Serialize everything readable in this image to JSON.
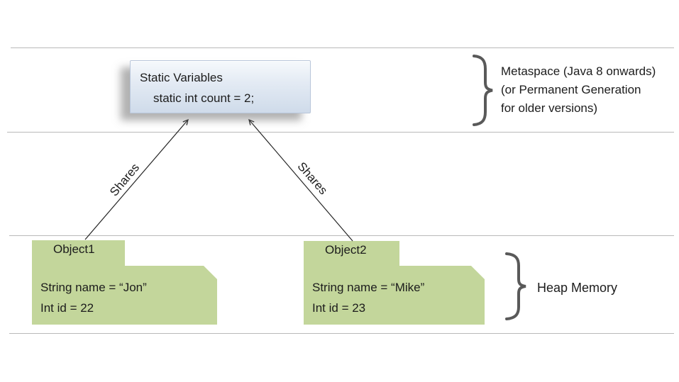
{
  "static_box": {
    "title": "Static Variables",
    "code": "static int count = 2;"
  },
  "arrows": [
    {
      "label": "Shares"
    },
    {
      "label": "Shares"
    }
  ],
  "metaspace": {
    "lines": [
      "Metaspace (Java 8 onwards)",
      "(or Permanent Generation",
      "for older versions)"
    ]
  },
  "heap": {
    "label": "Heap Memory"
  },
  "objects": [
    {
      "title": "Object1",
      "fields": [
        "String name = “Jon”",
        "Int id = 22"
      ]
    },
    {
      "title": "Object2",
      "fields": [
        "String name = “Mike”",
        "Int id = 23"
      ]
    }
  ],
  "colors": {
    "object_fill": "#c3d69b",
    "static_box_fill": "#dfe8f3",
    "brace": "#595959",
    "rule_line": "#b9b9b9",
    "arrow": "#262626",
    "text": "#1c1c1c"
  }
}
